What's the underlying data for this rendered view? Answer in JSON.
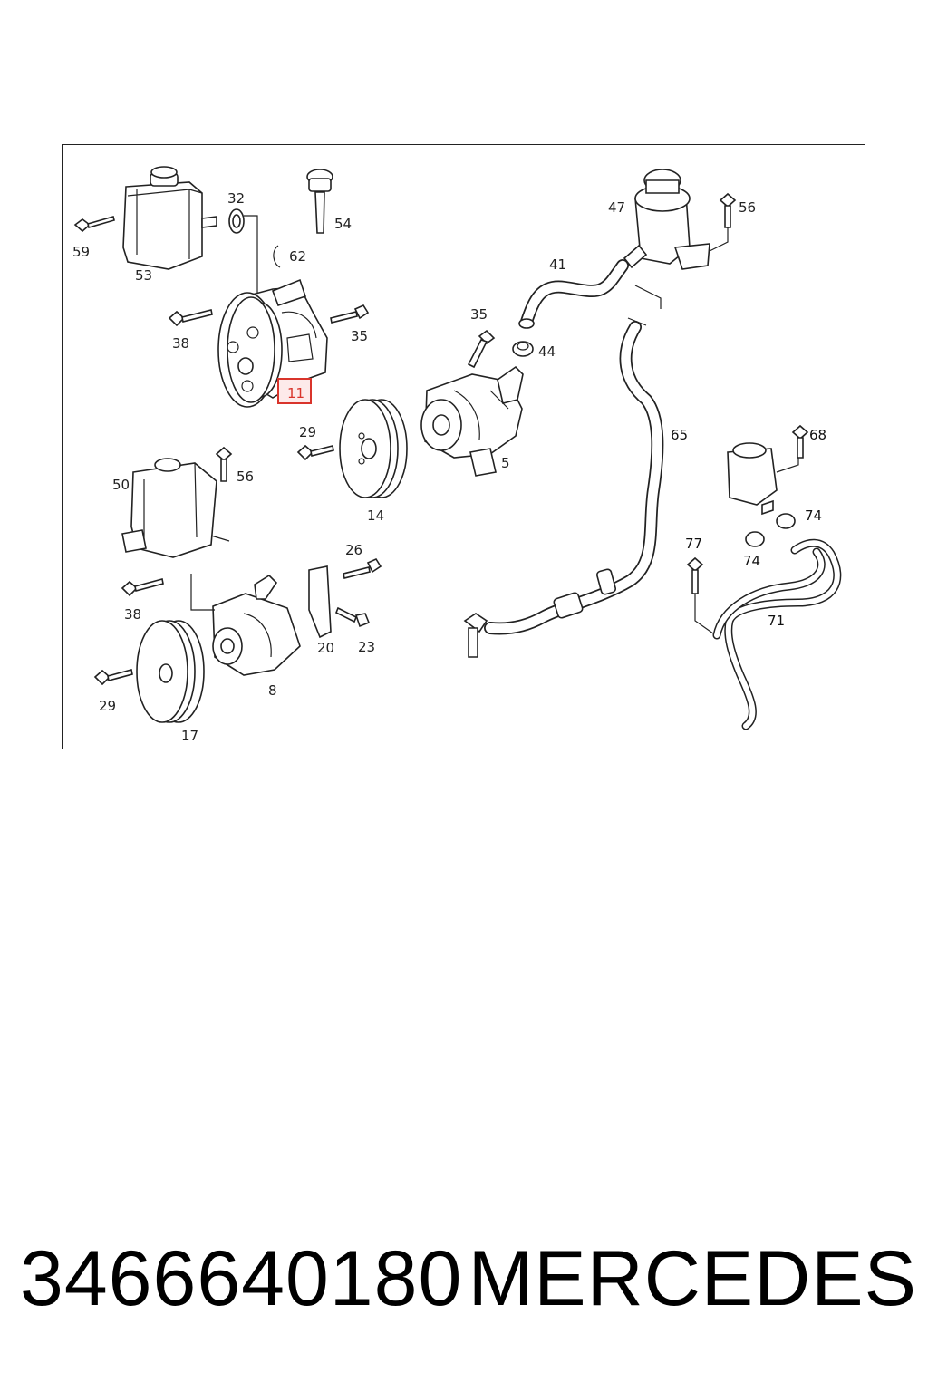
{
  "diagram": {
    "labels": {
      "p59": "59",
      "p53": "53",
      "p32": "32",
      "p54": "54",
      "p62": "62",
      "p38a": "38",
      "p35a": "35",
      "p11": "11",
      "p29a": "29",
      "p14": "14",
      "p35b": "35",
      "p44": "44",
      "p5": "5",
      "p41": "41",
      "p47": "47",
      "p56a": "56",
      "p65": "65",
      "p68": "68",
      "p74a": "74",
      "p74b": "74",
      "p50": "50",
      "p56b": "56",
      "p26": "26",
      "p38b": "38",
      "p20": "20",
      "p23": "23",
      "p8": "8",
      "p29b": "29",
      "p17": "17",
      "p77": "77",
      "p71": "71"
    },
    "highlighted_part": "11",
    "highlight_color": "#d9342b"
  },
  "caption": {
    "part_number": "3466640180",
    "brand": "MERCEDES"
  }
}
